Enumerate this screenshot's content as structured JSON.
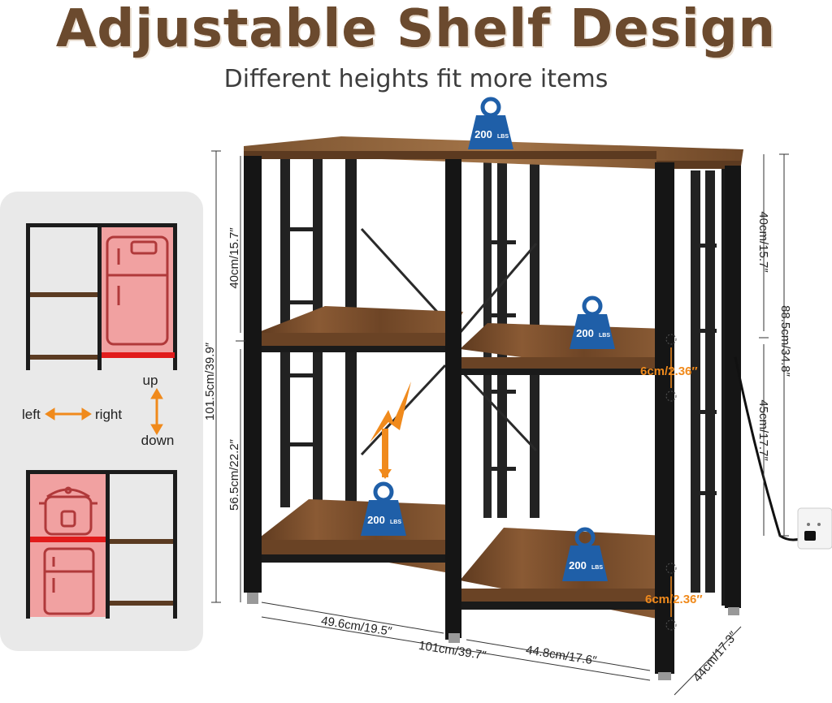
{
  "header": {
    "title": "Adjustable Shelf Design",
    "subtitle": "Different heights fit more items"
  },
  "weights": {
    "top": "200",
    "middle_right": "200",
    "bottom_left": "200",
    "bottom_right": "200",
    "unit": "LBS"
  },
  "dimensions": {
    "left_top": "40cm/15.7″",
    "left_total": "101.5cm/39.9″",
    "left_bottom": "56.5cm/22.2″",
    "right_top": "40cm/15.7″",
    "right_total": "88.5cm/34.8″",
    "right_bottom": "45cm/17.7″",
    "adjust_upper": "6cm/2.36″",
    "adjust_lower": "6cm/2.36″",
    "bottom_left_width": "49.6cm/19.5″",
    "bottom_total_width": "101cm/39.7″",
    "bottom_right_width": "44.8cm/17.6″",
    "depth": "44cm/17.3″"
  },
  "side_panel": {
    "up": "up",
    "down": "down",
    "left": "left",
    "right": "right"
  },
  "colors": {
    "title": "#6b4a2e",
    "wood": "#7a4f2e",
    "frame": "#1c1c1c",
    "weight_badge": "#1f5fa8",
    "arrow": "#f08a1c",
    "highlight": "#e63b3b"
  }
}
